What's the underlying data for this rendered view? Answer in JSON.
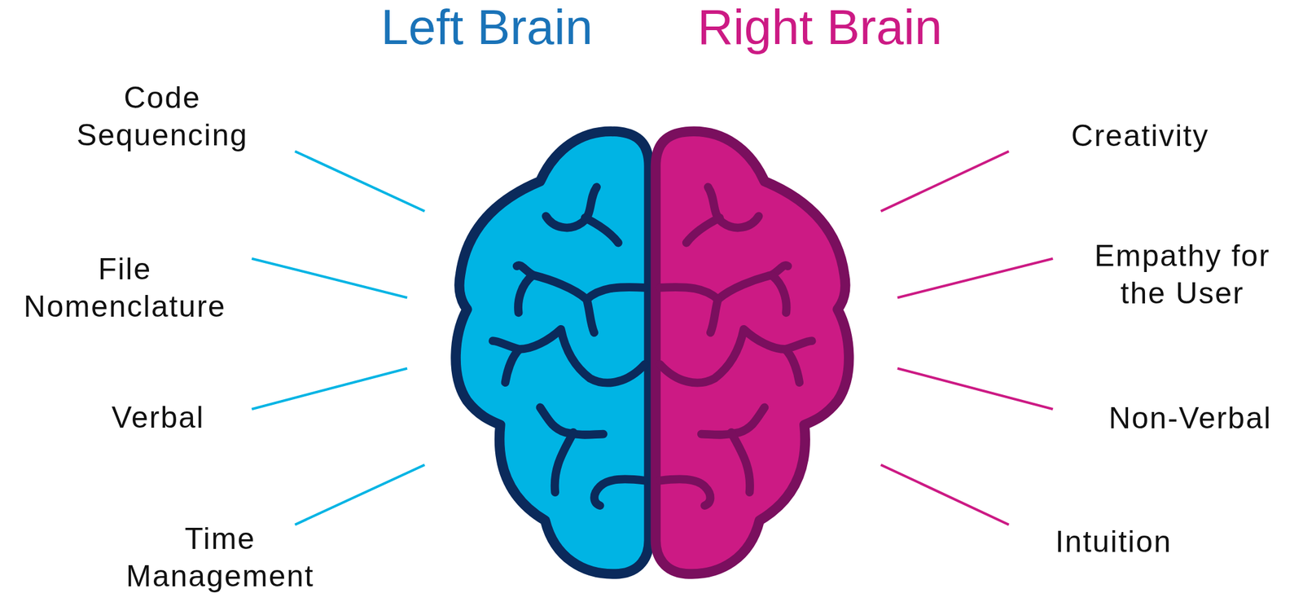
{
  "diagram": {
    "labels": [
      "Left Brain",
      "Right Brain",
      "Code Sequencing",
      "File Nomenclature",
      "Verbal",
      "Time Management",
      "Creativity",
      "Empathy for the User",
      "Non-Verbal",
      "Intuition"
    ]
  }
}
